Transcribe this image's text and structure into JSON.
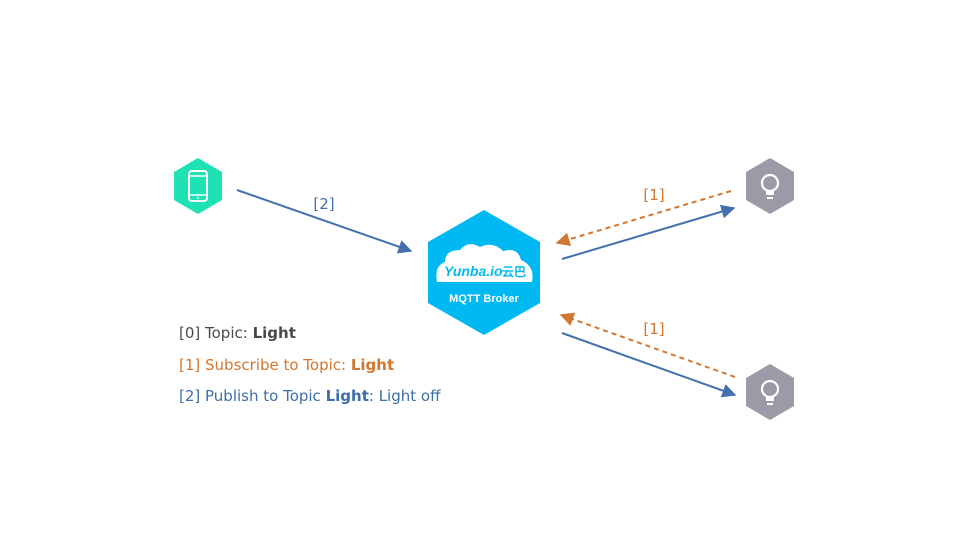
{
  "broker": {
    "logo_text": "Yunba.io",
    "logo_cn": "云巴",
    "label": "MQTT Broker"
  },
  "edges": {
    "publish_label": "[2]",
    "subscribe_top_label": "[1]",
    "subscribe_bottom_label": "[1]"
  },
  "legend": {
    "line0": {
      "prefix": "[0] Topic: ",
      "topic": "Light",
      "suffix": ""
    },
    "line1": {
      "prefix": "[1] Subscribe to Topic: ",
      "topic": "Light",
      "suffix": ""
    },
    "line2": {
      "prefix": "[2] Publish to Topic ",
      "topic": "Light",
      "suffix": ": Light off"
    }
  },
  "colors": {
    "publisher": "#1ee2b3",
    "broker": "#00b8f2",
    "bulb": "#9c9aa6",
    "publish_arrow": "#4471ad",
    "subscribe_arrow": "#d2772f",
    "legend0": "#4a4a4a"
  },
  "icons": {
    "publisher": "smartphone-icon",
    "subscribers": "lightbulb-icon",
    "broker": "cloud-icon"
  }
}
